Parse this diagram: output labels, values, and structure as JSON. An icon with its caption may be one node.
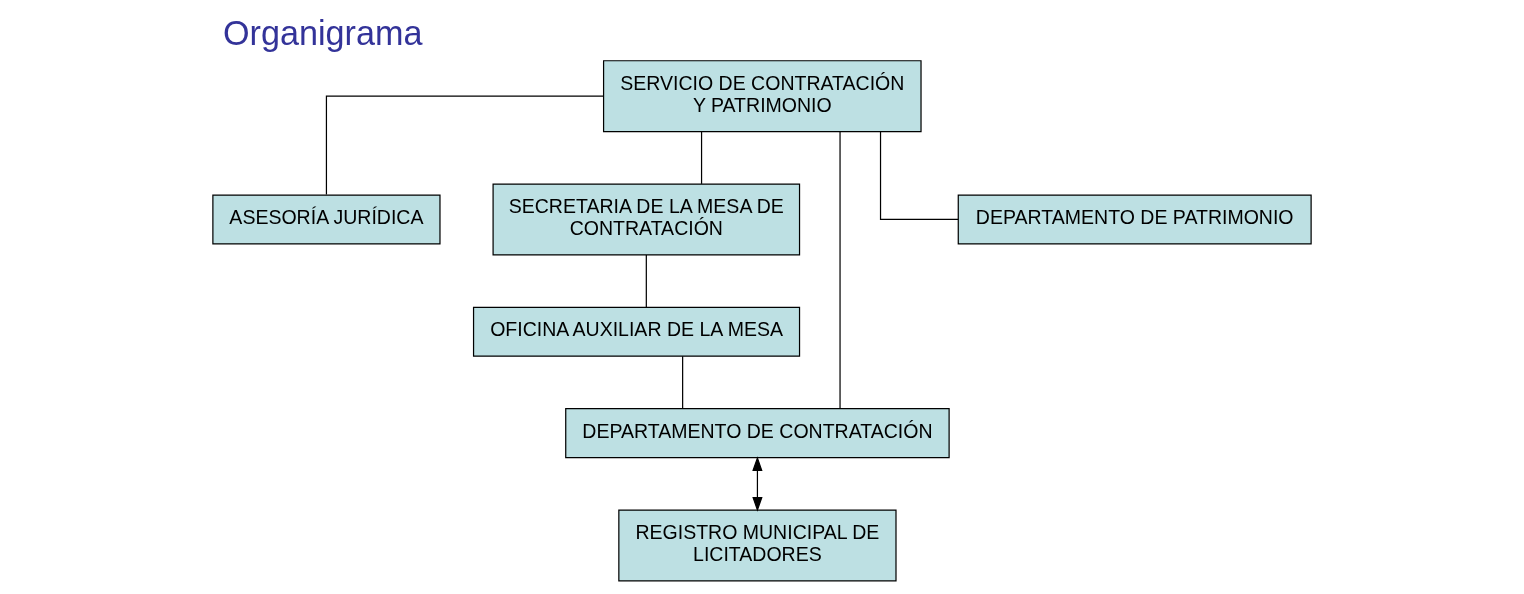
{
  "diagram": {
    "title": "Organigrama",
    "nodes": [
      {
        "text": [
          "SERVICIO DE CONTRATACIÓN Y PATRIMONIO"
        ]
      },
      {
        "text": [
          "ASESORÍA JURÍDICA"
        ]
      },
      {
        "text": [
          "SECRETARIA DE LA MESA DE CONTRATACIÓN"
        ]
      },
      {
        "text": [
          "OFICINA AUXILIAR DE LA MESA"
        ]
      },
      {
        "text": [
          "DEPARTAMENTO DE CONTRATACIÓN"
        ]
      },
      {
        "text": [
          "DEPARTAMENTO DE PATRIMONIO"
        ]
      },
      {
        "text": [
          "REGISTRO MUNICIPAL DE LICITADORES"
        ]
      }
    ],
    "edges": [
      {
        "from": 0,
        "to": 1,
        "arrow": "none"
      },
      {
        "from": 0,
        "to": 2,
        "arrow": "none"
      },
      {
        "from": 0,
        "to": 4,
        "arrow": "none"
      },
      {
        "from": 0,
        "to": 5,
        "arrow": "none"
      },
      {
        "from": 2,
        "to": 3,
        "arrow": "none"
      },
      {
        "from": 3,
        "to": 4,
        "arrow": "none"
      },
      {
        "from": 4,
        "to": 6,
        "arrow": "both"
      }
    ]
  }
}
